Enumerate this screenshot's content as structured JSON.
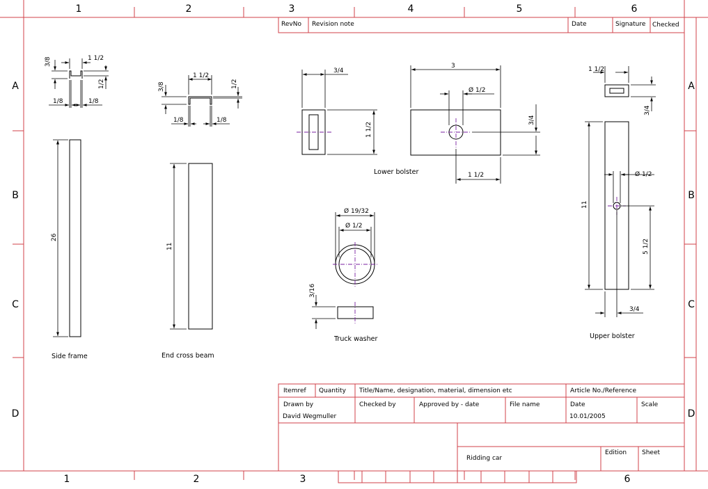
{
  "colors": {
    "frame": "#d0424a",
    "centerline": "#7a1fa2",
    "ink": "#000000"
  },
  "zones": {
    "cols": [
      "1",
      "2",
      "3",
      "4",
      "5",
      "6"
    ],
    "rows": [
      "A",
      "B",
      "C",
      "D"
    ]
  },
  "revision_table": {
    "headers": [
      "RevNo",
      "Revision note",
      "Date",
      "Signature",
      "Checked"
    ]
  },
  "parts": {
    "side_frame": {
      "label": "Side frame",
      "dims": [
        "3/8",
        "1 1/2",
        "1/2",
        "1/8",
        "1/8",
        "26"
      ]
    },
    "end_cross_beam": {
      "label": "End cross beam",
      "dims": [
        "3/8",
        "1 1/2",
        "1/2",
        "1/8",
        "1/8",
        "11"
      ]
    },
    "lower_bolster": {
      "label": "Lower bolster",
      "dims": [
        "3/4",
        "1 1/2",
        "3",
        "Ø 1/2",
        "3/4",
        "1 1/2"
      ]
    },
    "truck_washer": {
      "label": "Truck washer",
      "dims": [
        "Ø 19/32",
        "Ø 1/2",
        "3/16"
      ]
    },
    "upper_bolster": {
      "label": "Upper bolster",
      "dims": [
        "1 1/2",
        "3/4",
        "Ø 1/2",
        "11",
        "5 1/2",
        "3/4"
      ]
    }
  },
  "title_block": {
    "itemref": "Itemref",
    "quantity": "Quantity",
    "title_name": "Title/Name, designation, material, dimension etc",
    "article": "Article No./Reference",
    "drawn_by_label": "Drawn by",
    "drawn_by_value": "David Wegmuller",
    "checked_by_label": "Checked by",
    "approved_label": "Approved by - date",
    "file_name_label": "File name",
    "date_label": "Date",
    "date_value": "10.01/2005",
    "scale_label": "Scale",
    "title_value": "Ridding car",
    "edition_label": "Edition",
    "sheet_label": "Sheet"
  }
}
